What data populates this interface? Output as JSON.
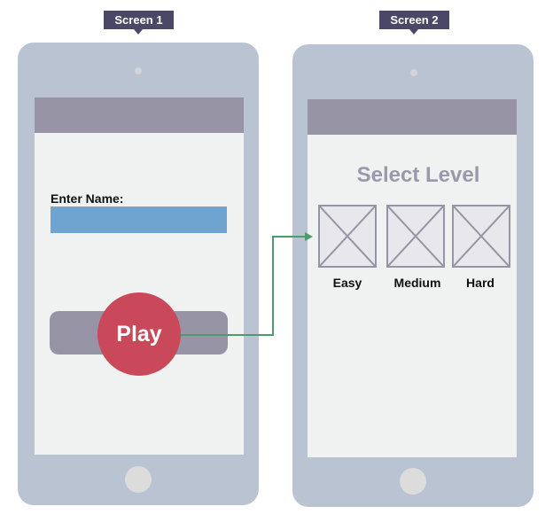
{
  "screen1": {
    "tag": "Screen 1",
    "name_label": "Enter Name:",
    "name_value": "",
    "play_label": "Play"
  },
  "screen2": {
    "tag": "Screen 2",
    "title": "Select Level",
    "levels": [
      {
        "label": "Easy"
      },
      {
        "label": "Medium"
      },
      {
        "label": "Hard"
      }
    ]
  },
  "colors": {
    "device": "#b9c3d1",
    "header": "#9795a5",
    "input": "#6fa4d0",
    "play": "#c9485a",
    "arrow": "#4e9a6a",
    "tag": "#4a4866"
  }
}
